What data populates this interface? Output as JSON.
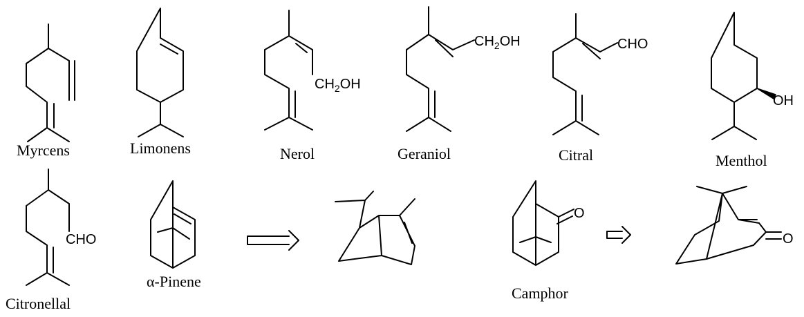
{
  "compounds": {
    "myrcens": {
      "name": "Myrcens"
    },
    "limonens": {
      "name": "Limonens"
    },
    "nerol": {
      "name": "Nerol",
      "group": {
        "a": "CH",
        "sub": "2",
        "b": "OH"
      }
    },
    "geraniol": {
      "name": "Geraniol",
      "group": {
        "a": "CH",
        "sub": "2",
        "b": "OH"
      }
    },
    "citral": {
      "name": "Citral",
      "group": "CHO"
    },
    "menthol": {
      "name": "Menthol",
      "group": "OH"
    },
    "citronellal": {
      "name": "Citronellal",
      "group": "CHO"
    },
    "pinene": {
      "name": "α-Pinene"
    },
    "camphor": {
      "name": "Camphor",
      "group": "O"
    },
    "camphor3d": {
      "group": "O"
    }
  },
  "arrows": [
    "pinene-to-3d",
    "camphor-to-3d"
  ]
}
